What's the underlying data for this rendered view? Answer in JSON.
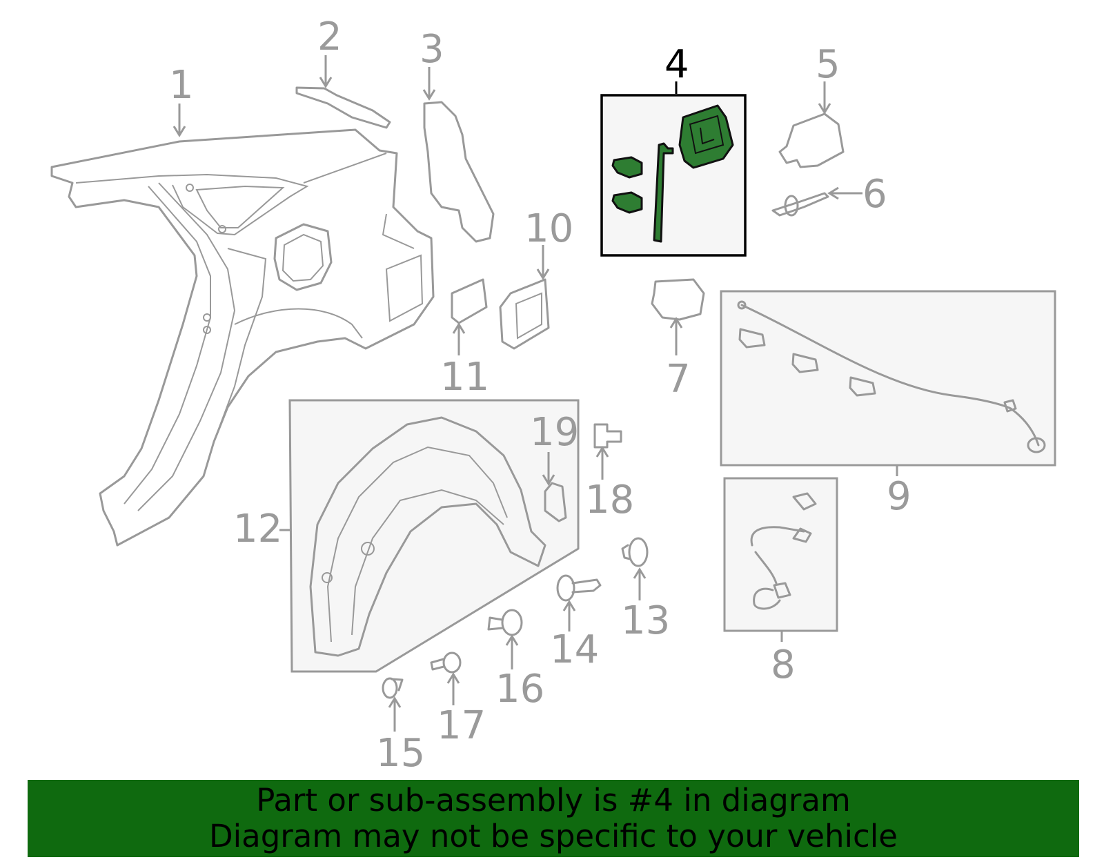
{
  "callouts": [
    "1",
    "2",
    "3",
    "4",
    "5",
    "6",
    "7",
    "8",
    "9",
    "10",
    "11",
    "12",
    "13",
    "14",
    "15",
    "16",
    "17",
    "18",
    "19"
  ],
  "highlighted": "4",
  "colors": {
    "highlight": "#2e7d32",
    "banner": "#0f6a0f",
    "line": "#999999"
  },
  "banner": {
    "line1": "Part or sub-assembly is #4 in diagram",
    "line2": "Diagram may not be specific to your vehicle"
  }
}
